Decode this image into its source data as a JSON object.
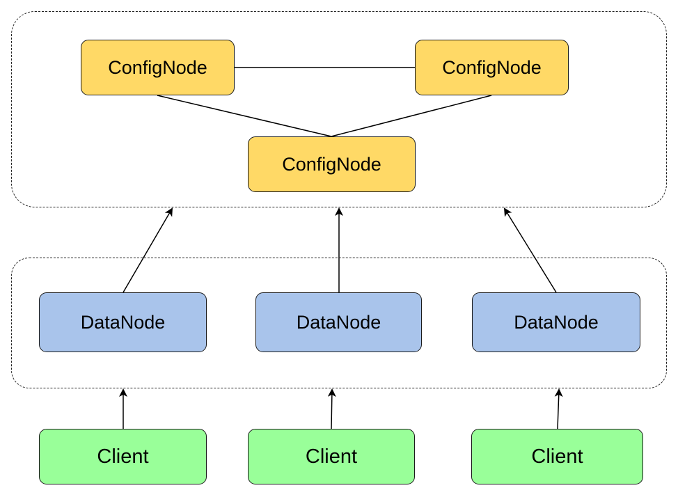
{
  "groups": {
    "config_cluster": "",
    "data_cluster": ""
  },
  "config_nodes": [
    {
      "label": "ConfigNode"
    },
    {
      "label": "ConfigNode"
    },
    {
      "label": "ConfigNode"
    }
  ],
  "data_nodes": [
    {
      "label": "DataNode"
    },
    {
      "label": "DataNode"
    },
    {
      "label": "DataNode"
    }
  ],
  "clients": [
    {
      "label": "Client"
    },
    {
      "label": "Client"
    },
    {
      "label": "Client"
    }
  ],
  "colors": {
    "config_fill": "#ffd966",
    "data_fill": "#a9c4eb",
    "client_fill": "#99ff99",
    "stroke": "#1a1a1a"
  }
}
